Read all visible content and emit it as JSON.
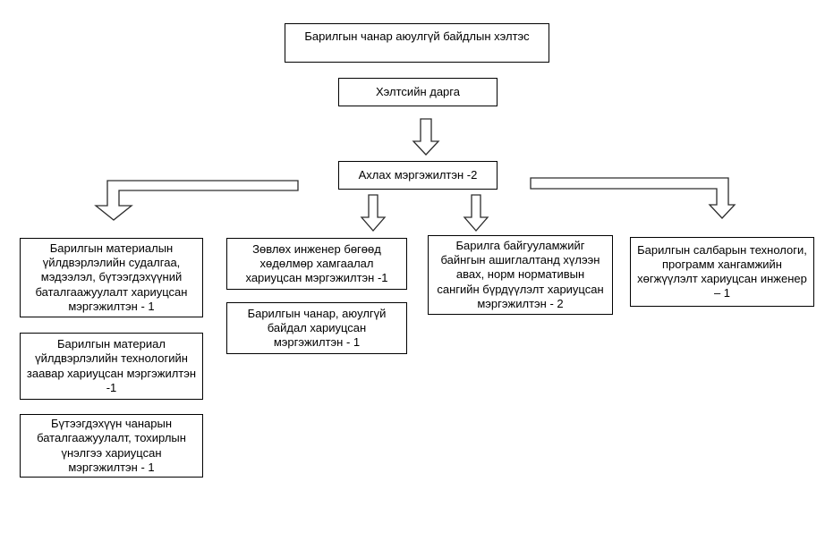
{
  "org_chart": {
    "department": "Барилгын чанар аюулгүй байдлын хэлтэс",
    "director": "Хэлтсийн дарга",
    "senior_specialist": "Ахлах мэргэжилтэн -2",
    "column1": [
      "Барилгын материалын үйлдвэрлэлийн судалгаа, мэдээлэл, бүтээгдэхүүний баталгаажуулалт хариуцсан мэргэжилтэн - 1",
      "Барилгын материал үйлдвэрлэлийн технологийн заавар хариуцсан мэргэжилтэн -1",
      "Бүтээгдэхүүн чанарын баталгаажуулалт, тохирлын үнэлгээ хариуцсан мэргэжилтэн - 1"
    ],
    "column2": [
      "Зөвлөх инженер бөгөөд хөдөлмөр хамгаалал хариуцсан мэргэжилтэн -1",
      "Барилгын чанар, аюулгүй байдал хариуцсан мэргэжилтэн - 1"
    ],
    "column3": [
      "Барилга байгууламжийг байнгын ашиглалтанд хүлээн авах, норм нормативын сангийн бүрдүүлэлт хариуцсан мэргэжилтэн - 2"
    ],
    "column4": [
      "Барилгын салбарын технологи, программ хангамжийн хөгжүүлэлт хариуцсан инженер – 1"
    ],
    "colors": {
      "box_border": "#000000",
      "connector_line": "#2d2d2d",
      "background": "#ffffff"
    }
  }
}
